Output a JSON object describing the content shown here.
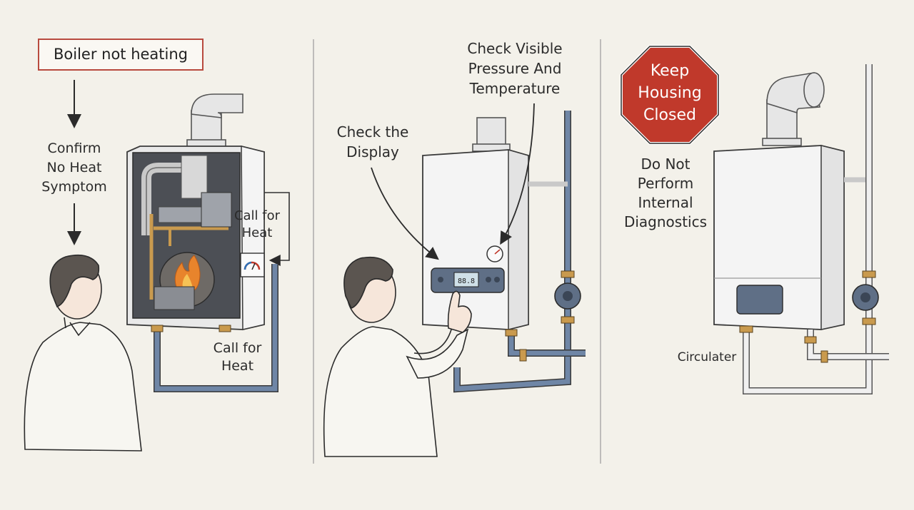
{
  "panels": {
    "left": {
      "title": "Boiler not heating",
      "step_confirm": [
        "Confirm",
        "No Heat",
        "Symptom"
      ],
      "call_for_heat_top": [
        "Call for",
        "Heat"
      ],
      "call_for_heat_bottom": [
        "Call for",
        "Heat"
      ]
    },
    "middle": {
      "check_visible": [
        "Check Visible",
        "Pressure And",
        "Temperature"
      ],
      "check_display": [
        "Check the",
        "Display"
      ],
      "display_readout": "88.8"
    },
    "right": {
      "stop_sign": [
        "Keep",
        "Housing",
        "Closed"
      ],
      "warning": [
        "Do Not",
        "Perform",
        "Internal",
        "Diagnostics"
      ],
      "circulator_label": "Circulater"
    }
  },
  "colors": {
    "background": "#f3f1ea",
    "outline": "#2b2b2b",
    "pipe_blue": "#6f86a6",
    "brass": "#c99a4e",
    "flame": "#e8842c",
    "stop_red": "#c0392b",
    "title_border": "#b84a3e"
  },
  "icons": [
    "arrow-down-icon",
    "gauge-icon",
    "flame-icon",
    "stop-sign-icon",
    "pump-icon",
    "person-icon"
  ]
}
